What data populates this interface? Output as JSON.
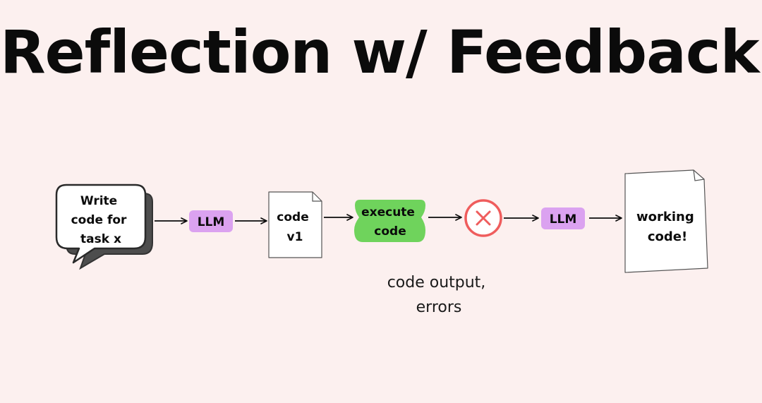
{
  "title": "Reflection w/ Feedback",
  "nodes": {
    "prompt_bubble": {
      "lines": [
        "Write",
        "code for",
        "task x"
      ]
    },
    "llm_first": {
      "label": "LLM"
    },
    "code_v1_doc": {
      "lines": [
        "code",
        "v1"
      ]
    },
    "execute_code": {
      "lines": [
        "execute",
        "code"
      ]
    },
    "error_icon": {
      "icon": "x-circle-icon"
    },
    "llm_second": {
      "label": "LLM"
    },
    "working_code_doc": {
      "lines": [
        "working",
        "code!"
      ]
    }
  },
  "feedback_caption": {
    "lines": [
      "code output,",
      "errors"
    ]
  },
  "colors": {
    "background": "#fcf0ef",
    "llm_fill": "#dba2f0",
    "execute_fill": "#6fd35c",
    "error_red": "#ef5d5d",
    "ink": "#0b0b0b"
  }
}
